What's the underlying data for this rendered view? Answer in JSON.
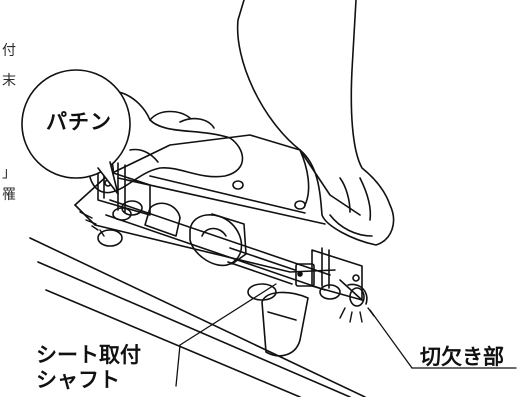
{
  "edge_text": [
    "付",
    "末",
    "」",
    "罹"
  ],
  "bubble": {
    "text": "パチン"
  },
  "labels": {
    "shaft_line1": "シート取付",
    "shaft_line2": "シャフト",
    "notch": "切欠き部"
  }
}
